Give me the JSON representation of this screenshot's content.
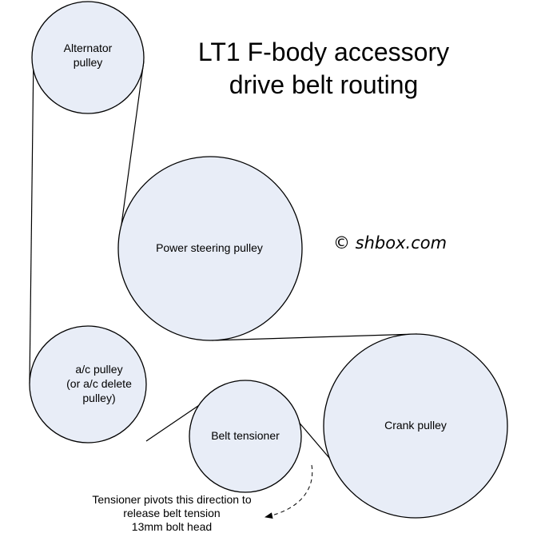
{
  "title": {
    "line1": "LT1 F-body accessory",
    "line2": "drive belt routing"
  },
  "copyright": "© shbox.com",
  "pulleys": {
    "alternator": {
      "line1": "Alternator",
      "line2": "pulley"
    },
    "power_steering": {
      "line1": "Power steering pulley"
    },
    "ac": {
      "line1": "a/c pulley",
      "line2": "(or a/c delete",
      "line3": "pulley)"
    },
    "tensioner": {
      "line1": "Belt tensioner"
    },
    "crank": {
      "line1": "Crank pulley"
    }
  },
  "tensioner_note": {
    "line1": "Tensioner pivots this direction to",
    "line2": "release belt tension",
    "line3": "13mm bolt head"
  },
  "colors": {
    "pulley_fill": "#e8edf7",
    "outline": "#000000"
  }
}
